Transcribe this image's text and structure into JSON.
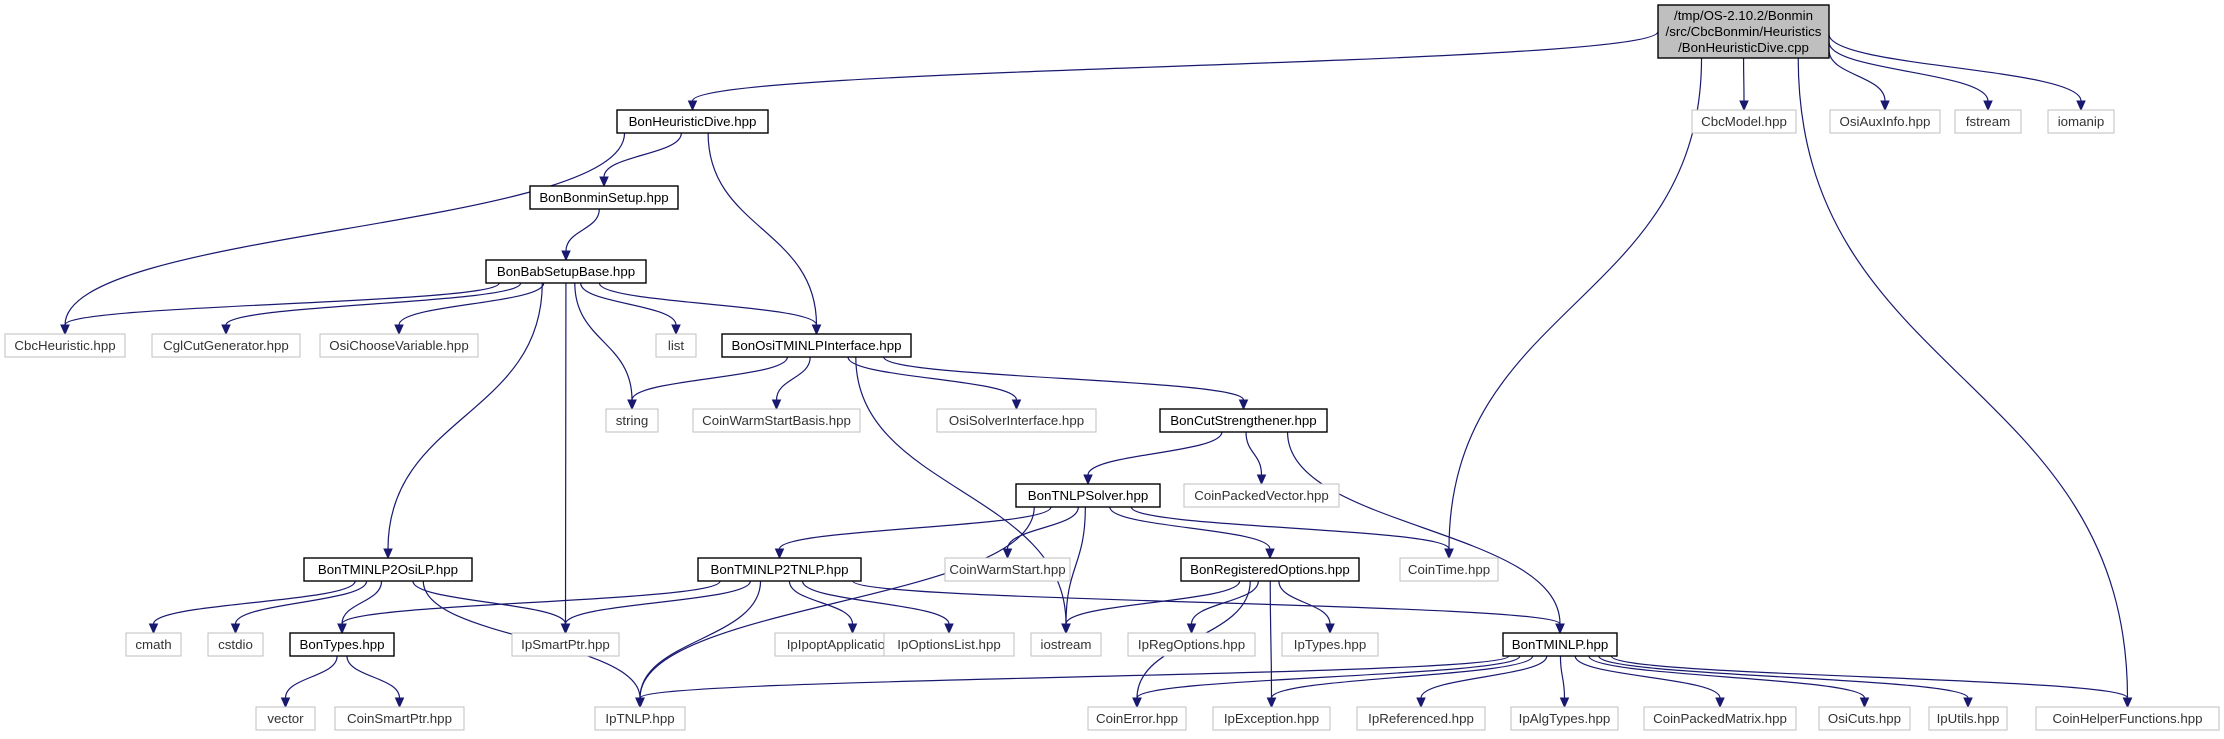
{
  "colors": {
    "edge": "#191970",
    "main_fill": "#bfbfbf",
    "documented_border": "#000000",
    "system_border": "#bfbfbf"
  },
  "nodes": [
    {
      "id": "main",
      "kind": "main",
      "lines": [
        "/tmp/OS-2.10.2/Bonmin",
        "/src/CbcBonmin/Heuristics",
        "/BonHeuristicDive.cpp"
      ]
    },
    {
      "id": "heurdive",
      "kind": "doc",
      "lines": [
        "BonHeuristicDive.hpp"
      ]
    },
    {
      "id": "cbcmodel",
      "kind": "sys",
      "lines": [
        "CbcModel.hpp"
      ]
    },
    {
      "id": "osiauxinfo",
      "kind": "sys",
      "lines": [
        "OsiAuxInfo.hpp"
      ]
    },
    {
      "id": "fstream",
      "kind": "sys",
      "lines": [
        "fstream"
      ]
    },
    {
      "id": "iomanip",
      "kind": "sys",
      "lines": [
        "iomanip"
      ]
    },
    {
      "id": "bonminsetup",
      "kind": "doc",
      "lines": [
        "BonBonminSetup.hpp"
      ]
    },
    {
      "id": "babsetupbase",
      "kind": "doc",
      "lines": [
        "BonBabSetupBase.hpp"
      ]
    },
    {
      "id": "cbcheuristic",
      "kind": "sys",
      "lines": [
        "CbcHeuristic.hpp"
      ]
    },
    {
      "id": "cglcutgen",
      "kind": "sys",
      "lines": [
        "CglCutGenerator.hpp"
      ]
    },
    {
      "id": "osichoose",
      "kind": "sys",
      "lines": [
        "OsiChooseVariable.hpp"
      ]
    },
    {
      "id": "list",
      "kind": "sys",
      "lines": [
        "list"
      ]
    },
    {
      "id": "ositminlp",
      "kind": "doc",
      "lines": [
        "BonOsiTMINLPInterface.hpp"
      ]
    },
    {
      "id": "string",
      "kind": "sys",
      "lines": [
        "string"
      ]
    },
    {
      "id": "coinwsbasis",
      "kind": "sys",
      "lines": [
        "CoinWarmStartBasis.hpp"
      ]
    },
    {
      "id": "osisolver",
      "kind": "sys",
      "lines": [
        "OsiSolverInterface.hpp"
      ]
    },
    {
      "id": "cutstrength",
      "kind": "doc",
      "lines": [
        "BonCutStrengthener.hpp"
      ]
    },
    {
      "id": "coinpackedvec",
      "kind": "sys",
      "lines": [
        "CoinPackedVector.hpp"
      ]
    },
    {
      "id": "tnlpsolver",
      "kind": "doc",
      "lines": [
        "BonTNLPSolver.hpp"
      ]
    },
    {
      "id": "cointime",
      "kind": "sys",
      "lines": [
        "CoinTime.hpp"
      ]
    },
    {
      "id": "tminlp2osilp",
      "kind": "doc",
      "lines": [
        "BonTMINLP2OsiLP.hpp"
      ]
    },
    {
      "id": "tminlp2tnlp",
      "kind": "doc",
      "lines": [
        "BonTMINLP2TNLP.hpp"
      ]
    },
    {
      "id": "coinwarmstart",
      "kind": "sys",
      "lines": [
        "CoinWarmStart.hpp"
      ]
    },
    {
      "id": "regoptions",
      "kind": "doc",
      "lines": [
        "BonRegisteredOptions.hpp"
      ]
    },
    {
      "id": "cmath",
      "kind": "sys",
      "lines": [
        "cmath"
      ]
    },
    {
      "id": "cstdio",
      "kind": "sys",
      "lines": [
        "cstdio"
      ]
    },
    {
      "id": "bontypes",
      "kind": "doc",
      "lines": [
        "BonTypes.hpp"
      ]
    },
    {
      "id": "ipsmartptr",
      "kind": "sys",
      "lines": [
        "IpSmartPtr.hpp"
      ]
    },
    {
      "id": "ipoptapp",
      "kind": "sys",
      "lines": [
        "IpIpoptApplication.hpp"
      ]
    },
    {
      "id": "ipoptionslist",
      "kind": "sys",
      "lines": [
        "IpOptionsList.hpp"
      ]
    },
    {
      "id": "iostream",
      "kind": "sys",
      "lines": [
        "iostream"
      ]
    },
    {
      "id": "ipregoptions",
      "kind": "sys",
      "lines": [
        "IpRegOptions.hpp"
      ]
    },
    {
      "id": "iptypes",
      "kind": "sys",
      "lines": [
        "IpTypes.hpp"
      ]
    },
    {
      "id": "tminlp",
      "kind": "doc",
      "lines": [
        "BonTMINLP.hpp"
      ]
    },
    {
      "id": "vector",
      "kind": "sys",
      "lines": [
        "vector"
      ]
    },
    {
      "id": "coinsmartptr",
      "kind": "sys",
      "lines": [
        "CoinSmartPtr.hpp"
      ]
    },
    {
      "id": "iptnlp",
      "kind": "sys",
      "lines": [
        "IpTNLP.hpp"
      ]
    },
    {
      "id": "coinerror",
      "kind": "sys",
      "lines": [
        "CoinError.hpp"
      ]
    },
    {
      "id": "ipexception",
      "kind": "sys",
      "lines": [
        "IpException.hpp"
      ]
    },
    {
      "id": "ipreferenced",
      "kind": "sys",
      "lines": [
        "IpReferenced.hpp"
      ]
    },
    {
      "id": "ipalgtypes",
      "kind": "sys",
      "lines": [
        "IpAlgTypes.hpp"
      ]
    },
    {
      "id": "coinpackedmatrix",
      "kind": "sys",
      "lines": [
        "CoinPackedMatrix.hpp"
      ]
    },
    {
      "id": "osicuts",
      "kind": "sys",
      "lines": [
        "OsiCuts.hpp"
      ]
    },
    {
      "id": "iputils",
      "kind": "sys",
      "lines": [
        "IpUtils.hpp"
      ]
    },
    {
      "id": "coinhelper",
      "kind": "sys",
      "lines": [
        "CoinHelperFunctions.hpp"
      ]
    }
  ],
  "edges": [
    [
      "main",
      "heurdive"
    ],
    [
      "main",
      "cointime"
    ],
    [
      "main",
      "coinhelper"
    ],
    [
      "main",
      "cbcmodel"
    ],
    [
      "main",
      "osiauxinfo"
    ],
    [
      "main",
      "fstream"
    ],
    [
      "main",
      "iomanip"
    ],
    [
      "heurdive",
      "cbcheuristic"
    ],
    [
      "heurdive",
      "bonminsetup"
    ],
    [
      "heurdive",
      "ositminlp"
    ],
    [
      "bonminsetup",
      "babsetupbase"
    ],
    [
      "babsetupbase",
      "cbcheuristic"
    ],
    [
      "babsetupbase",
      "cglcutgen"
    ],
    [
      "babsetupbase",
      "osichoose"
    ],
    [
      "babsetupbase",
      "list"
    ],
    [
      "babsetupbase",
      "ositminlp"
    ],
    [
      "babsetupbase",
      "string"
    ],
    [
      "babsetupbase",
      "tminlp2osilp"
    ],
    [
      "babsetupbase",
      "ipsmartptr"
    ],
    [
      "ositminlp",
      "string"
    ],
    [
      "ositminlp",
      "coinwsbasis"
    ],
    [
      "ositminlp",
      "osisolver"
    ],
    [
      "ositminlp",
      "cutstrength"
    ],
    [
      "ositminlp",
      "iostream"
    ],
    [
      "cutstrength",
      "tnlpsolver"
    ],
    [
      "cutstrength",
      "coinpackedvec"
    ],
    [
      "cutstrength",
      "tminlp"
    ],
    [
      "tnlpsolver",
      "tminlp2tnlp"
    ],
    [
      "tnlpsolver",
      "coinwarmstart"
    ],
    [
      "tnlpsolver",
      "regoptions"
    ],
    [
      "tnlpsolver",
      "cointime"
    ],
    [
      "tnlpsolver",
      "iptnlp"
    ],
    [
      "tnlpsolver",
      "iostream"
    ],
    [
      "tminlp2osilp",
      "cmath"
    ],
    [
      "tminlp2osilp",
      "cstdio"
    ],
    [
      "tminlp2osilp",
      "bontypes"
    ],
    [
      "tminlp2osilp",
      "ipsmartptr"
    ],
    [
      "tminlp2osilp",
      "iptnlp"
    ],
    [
      "tminlp2tnlp",
      "bontypes"
    ],
    [
      "tminlp2tnlp",
      "ipsmartptr"
    ],
    [
      "tminlp2tnlp",
      "ipoptapp"
    ],
    [
      "tminlp2tnlp",
      "ipoptionslist"
    ],
    [
      "tminlp2tnlp",
      "tminlp"
    ],
    [
      "tminlp2tnlp",
      "iptnlp"
    ],
    [
      "regoptions",
      "iostream"
    ],
    [
      "regoptions",
      "ipregoptions"
    ],
    [
      "regoptions",
      "iptypes"
    ],
    [
      "regoptions",
      "coinerror"
    ],
    [
      "regoptions",
      "ipexception"
    ],
    [
      "bontypes",
      "vector"
    ],
    [
      "bontypes",
      "coinsmartptr"
    ],
    [
      "tminlp",
      "iptnlp"
    ],
    [
      "tminlp",
      "coinerror"
    ],
    [
      "tminlp",
      "ipexception"
    ],
    [
      "tminlp",
      "ipreferenced"
    ],
    [
      "tminlp",
      "ipalgtypes"
    ],
    [
      "tminlp",
      "coinpackedmatrix"
    ],
    [
      "tminlp",
      "osicuts"
    ],
    [
      "tminlp",
      "iputils"
    ],
    [
      "tminlp",
      "coinhelper"
    ]
  ]
}
